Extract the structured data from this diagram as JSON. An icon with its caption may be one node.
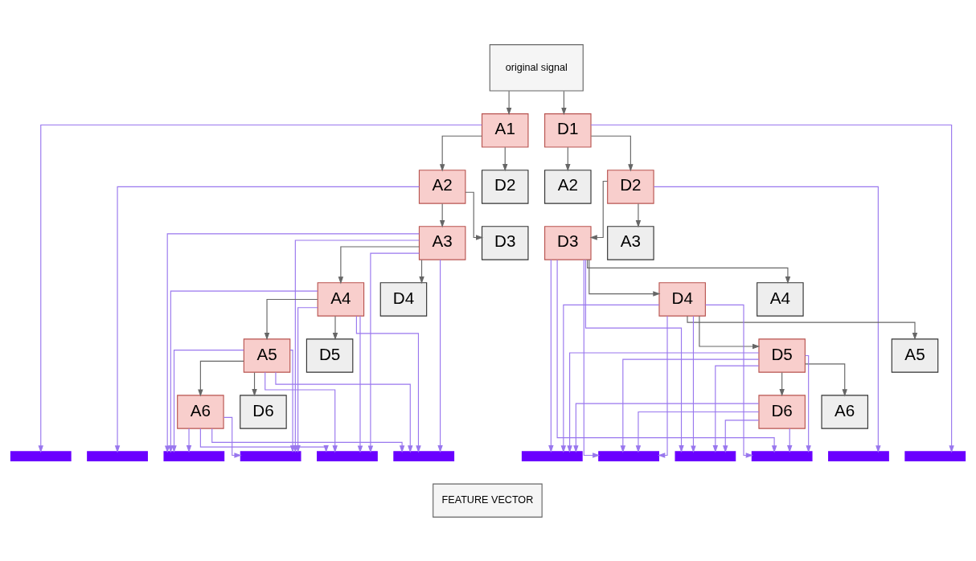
{
  "diagram": {
    "nodes": [
      {
        "text": [
          "original signal"
        ]
      },
      {
        "text": [
          "A1"
        ]
      },
      {
        "text": [
          "D1"
        ]
      },
      {
        "text": [
          "A2"
        ]
      },
      {
        "text": [
          "D2"
        ]
      },
      {
        "text": [
          "A2"
        ]
      },
      {
        "text": [
          "D2"
        ]
      },
      {
        "text": [
          "A3"
        ]
      },
      {
        "text": [
          "D3"
        ]
      },
      {
        "text": [
          "A3"
        ]
      },
      {
        "text": [
          "D3"
        ]
      },
      {
        "text": [
          "A4"
        ]
      },
      {
        "text": [
          "D4"
        ]
      },
      {
        "text": [
          "A4"
        ]
      },
      {
        "text": [
          "D4"
        ]
      },
      {
        "text": [
          "A5"
        ]
      },
      {
        "text": [
          "D5"
        ]
      },
      {
        "text": [
          "A5"
        ]
      },
      {
        "text": [
          "D5"
        ]
      },
      {
        "text": [
          "A6"
        ]
      },
      {
        "text": [
          "D6"
        ]
      },
      {
        "text": [
          "A6"
        ]
      },
      {
        "text": [
          "D6"
        ]
      },
      {
        "text": [],
        "shape": "bar"
      },
      {
        "text": [],
        "shape": "bar"
      },
      {
        "text": [],
        "shape": "bar"
      },
      {
        "text": [],
        "shape": "bar"
      },
      {
        "text": [],
        "shape": "bar"
      },
      {
        "text": [],
        "shape": "bar"
      },
      {
        "text": [],
        "shape": "bar"
      },
      {
        "text": [],
        "shape": "bar"
      },
      {
        "text": [],
        "shape": "bar"
      },
      {
        "text": [],
        "shape": "bar"
      },
      {
        "text": [],
        "shape": "bar"
      },
      {
        "text": [],
        "shape": "bar"
      },
      {
        "text": [
          "FEATURE VECTOR"
        ]
      }
    ],
    "edges": [
      {
        "from": 0,
        "to": 1,
        "arrow": "to",
        "color": "#666666"
      },
      {
        "from": 0,
        "to": 2,
        "arrow": "to",
        "color": "#666666"
      },
      {
        "from": 1,
        "to": 3,
        "arrow": "to",
        "color": "#666666"
      },
      {
        "from": 1,
        "to": 4,
        "arrow": "to",
        "color": "#666666"
      },
      {
        "from": 2,
        "to": 5,
        "arrow": "to",
        "color": "#666666"
      },
      {
        "from": 2,
        "to": 6,
        "arrow": "to",
        "color": "#666666"
      },
      {
        "from": 3,
        "to": 7,
        "arrow": "to",
        "color": "#666666"
      },
      {
        "from": 3,
        "to": 8,
        "arrow": "to",
        "color": "#666666"
      },
      {
        "from": 6,
        "to": 9,
        "arrow": "to",
        "color": "#666666"
      },
      {
        "from": 6,
        "to": 10,
        "arrow": "to",
        "color": "#666666"
      },
      {
        "from": 7,
        "to": 11,
        "arrow": "to",
        "color": "#666666"
      },
      {
        "from": 7,
        "to": 12,
        "arrow": "to",
        "color": "#666666"
      },
      {
        "from": 10,
        "to": 13,
        "arrow": "to",
        "color": "#666666"
      },
      {
        "from": 10,
        "to": 14,
        "arrow": "to",
        "color": "#666666"
      },
      {
        "from": 11,
        "to": 15,
        "arrow": "to",
        "color": "#666666"
      },
      {
        "from": 11,
        "to": 16,
        "arrow": "to",
        "color": "#666666"
      },
      {
        "from": 14,
        "to": 17,
        "arrow": "to",
        "color": "#666666"
      },
      {
        "from": 14,
        "to": 18,
        "arrow": "to",
        "color": "#666666"
      },
      {
        "from": 15,
        "to": 19,
        "arrow": "to",
        "color": "#666666"
      },
      {
        "from": 15,
        "to": 20,
        "arrow": "to",
        "color": "#666666"
      },
      {
        "from": 18,
        "to": 21,
        "arrow": "to",
        "color": "#666666"
      },
      {
        "from": 18,
        "to": 22,
        "arrow": "to",
        "color": "#666666"
      },
      {
        "from": 1,
        "to": 23,
        "arrow": "to"
      },
      {
        "from": 3,
        "to": 24,
        "arrow": "to"
      },
      {
        "from": 7,
        "to": 25,
        "arrow": "to"
      },
      {
        "from": 7,
        "to": 26,
        "arrow": "to"
      },
      {
        "from": 7,
        "to": 27,
        "arrow": "to"
      },
      {
        "from": 7,
        "to": 28,
        "arrow": "to"
      },
      {
        "from": 11,
        "to": 25,
        "arrow": "to"
      },
      {
        "from": 11,
        "to": 26,
        "arrow": "to"
      },
      {
        "from": 11,
        "to": 27,
        "arrow": "to"
      },
      {
        "from": 11,
        "to": 28,
        "arrow": "to"
      },
      {
        "from": 15,
        "to": 25,
        "arrow": "to"
      },
      {
        "from": 15,
        "to": 26,
        "arrow": "to"
      },
      {
        "from": 15,
        "to": 27,
        "arrow": "to"
      },
      {
        "from": 15,
        "to": 28,
        "arrow": "to"
      },
      {
        "from": 19,
        "to": 25,
        "arrow": "to"
      },
      {
        "from": 19,
        "to": 26,
        "arrow": "to"
      },
      {
        "from": 19,
        "to": 27,
        "arrow": "to"
      },
      {
        "from": 19,
        "to": 28,
        "arrow": "to"
      },
      {
        "from": 10,
        "to": 29,
        "arrow": "to"
      },
      {
        "from": 10,
        "to": 30,
        "arrow": "to"
      },
      {
        "from": 10,
        "to": 31,
        "arrow": "to"
      },
      {
        "from": 10,
        "to": 32,
        "arrow": "to"
      },
      {
        "from": 14,
        "to": 29,
        "arrow": "to"
      },
      {
        "from": 14,
        "to": 30,
        "arrow": "to"
      },
      {
        "from": 14,
        "to": 31,
        "arrow": "to"
      },
      {
        "from": 14,
        "to": 32,
        "arrow": "to"
      },
      {
        "from": 18,
        "to": 29,
        "arrow": "to"
      },
      {
        "from": 18,
        "to": 30,
        "arrow": "to"
      },
      {
        "from": 18,
        "to": 31,
        "arrow": "to"
      },
      {
        "from": 18,
        "to": 32,
        "arrow": "to"
      },
      {
        "from": 22,
        "to": 29,
        "arrow": "to"
      },
      {
        "from": 22,
        "to": 30,
        "arrow": "to"
      },
      {
        "from": 22,
        "to": 31,
        "arrow": "to"
      },
      {
        "from": 22,
        "to": 32,
        "arrow": "to"
      },
      {
        "from": 6,
        "to": 33,
        "arrow": "to"
      },
      {
        "from": 2,
        "to": 34,
        "arrow": "to"
      }
    ]
  }
}
